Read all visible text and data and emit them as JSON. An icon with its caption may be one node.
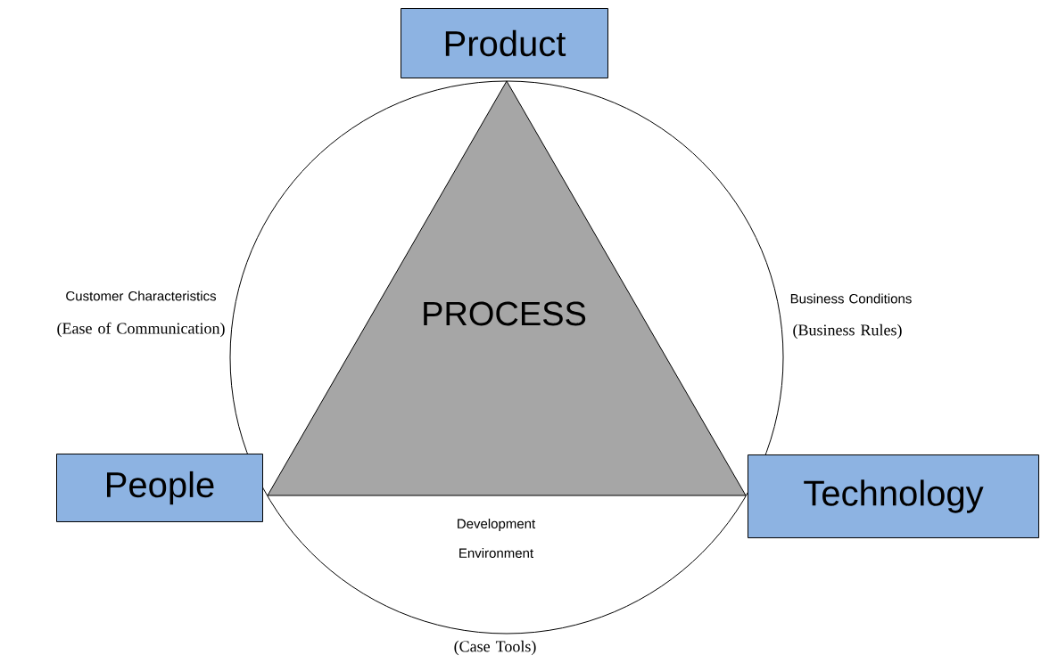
{
  "diagram": {
    "nodes": [
      {
        "text": [
          "Product"
        ]
      },
      {
        "text": [],
        "shape": "circle"
      },
      {
        "text": [
          "PROCESS"
        ],
        "in": 1
      },
      {
        "text": [
          "People"
        ]
      },
      {
        "text": [
          "Technology"
        ]
      }
    ],
    "labels": [
      "Customer Characteristics",
      "(Ease of Communication)",
      "Business Conditions",
      "(Business Rules)",
      "Development Environment",
      "(Case Tools)"
    ]
  }
}
